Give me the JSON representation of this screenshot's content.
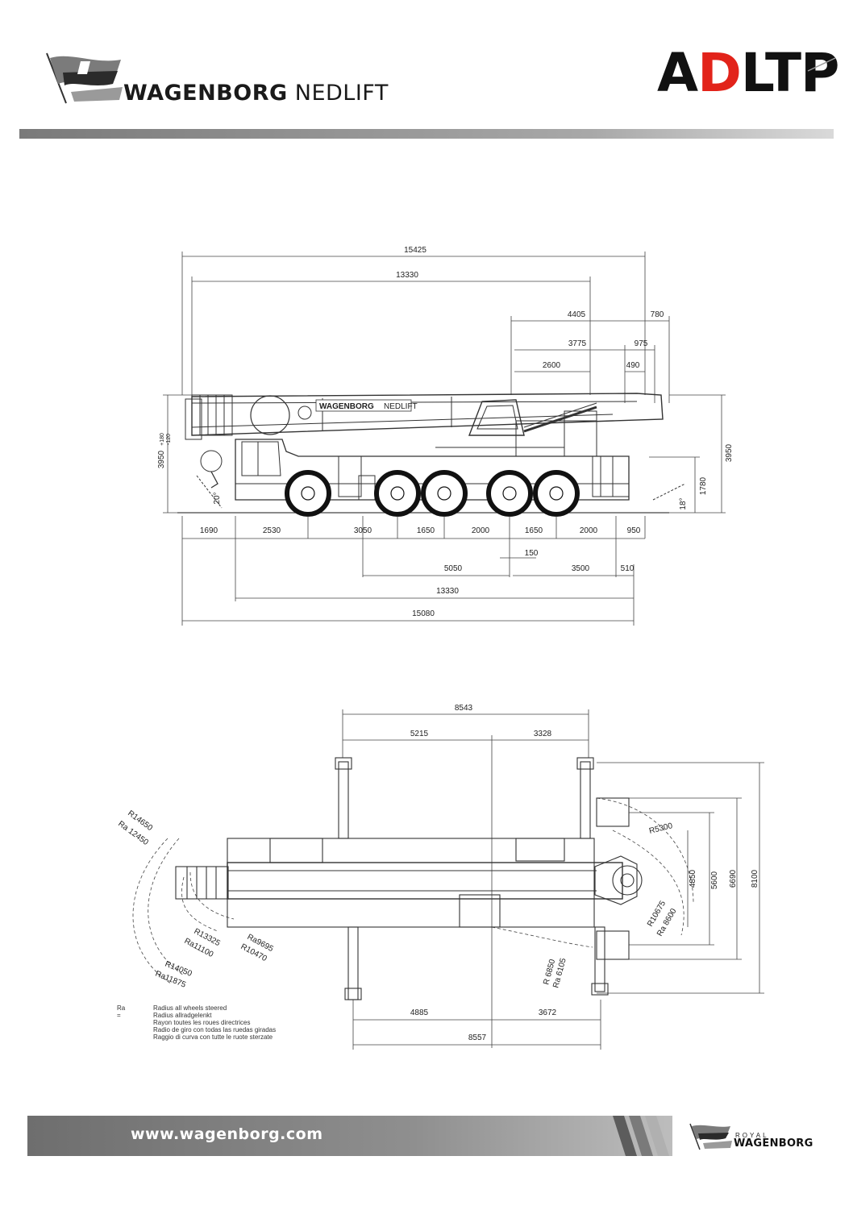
{
  "header": {
    "brand_bold": "WAGENBORG",
    "brand_light": "NEDLIFT",
    "model_a": "A",
    "model_d": "D",
    "model_rest": "LTP"
  },
  "side_view": {
    "top_dims": [
      "15425",
      "13330",
      "4405",
      "780",
      "3775",
      "975",
      "2600",
      "490"
    ],
    "height_dims": [
      "3950",
      "+180",
      "-120",
      "3950",
      "1780"
    ],
    "angle_left": "20°",
    "angle_right": "18°",
    "cab_lettering": "WAGENBORG",
    "cab_lettering_light": "NEDLIFT",
    "axle_dims": [
      "1690",
      "2530",
      "3050",
      "1650",
      "2000",
      "1650",
      "2000",
      "950"
    ],
    "lower_dims": [
      "150",
      "5050",
      "3500",
      "510",
      "13330",
      "15080"
    ]
  },
  "top_view": {
    "top_dims": [
      "8543",
      "5215",
      "3328"
    ],
    "right_dims": [
      "4850",
      "5600",
      "6690",
      "8100"
    ],
    "radius_labels": [
      "R14650",
      "Ra 12450",
      "R13325",
      "Ra11100",
      "Ra9695",
      "R10470",
      "R14050",
      "Ra11875",
      "R5300",
      "R10675",
      "Ra 8600",
      "R 6850",
      "Ra 6105"
    ],
    "bottom_dims": [
      "4885",
      "3672",
      "8557"
    ],
    "legend_key": "Ra =",
    "legend_lines": [
      "Radius all wheels steered",
      "Radius allradgelenkt",
      "Rayon toutes les roues directrices",
      "Radio de giro con todas las ruedas giradas",
      "Raggio di curva con tutte le ruote sterzate"
    ]
  },
  "footer": {
    "website": "www.wagenborg.com",
    "royal": "ROYAL",
    "wagenborg": "WAGENBORG"
  }
}
